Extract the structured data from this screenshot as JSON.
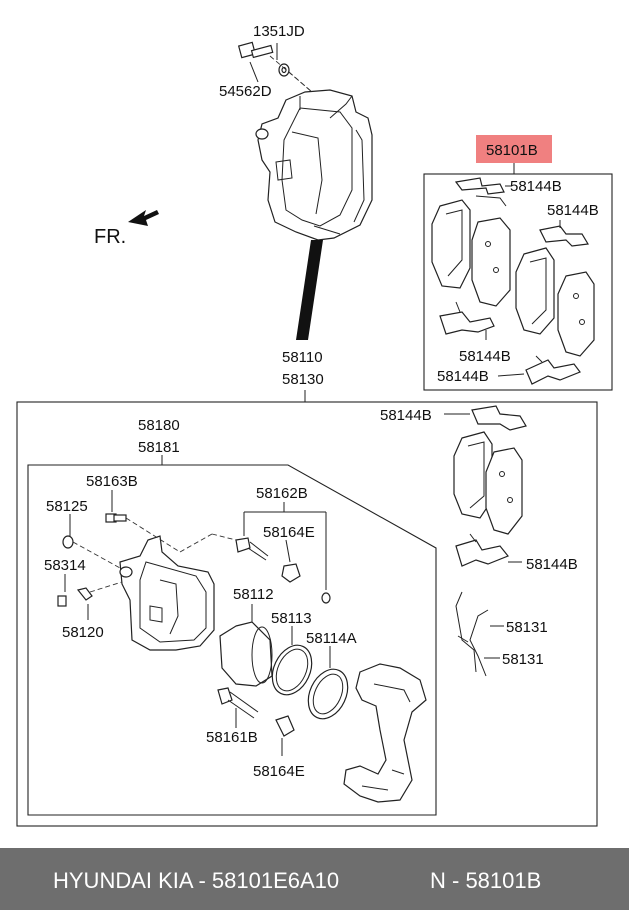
{
  "diagram": {
    "labels": {
      "l_1351JD": "1351JD",
      "l_54562D": "54562D",
      "l_58101B": "58101B",
      "l_58144B_a": "58144B",
      "l_58144B_b": "58144B",
      "l_58144B_c": "58144B",
      "l_58144B_d": "58144B",
      "l_58144B_e": "58144B",
      "l_58144B_f": "58144B",
      "l_fr": "FR.",
      "l_58110": "58110",
      "l_58130": "58130",
      "l_58180": "58180",
      "l_58181": "58181",
      "l_58163B": "58163B",
      "l_58162B": "58162B",
      "l_58125": "58125",
      "l_58164E_a": "58164E",
      "l_58314": "58314",
      "l_58112": "58112",
      "l_58113": "58113",
      "l_58114A": "58114A",
      "l_58120": "58120",
      "l_58131_a": "58131",
      "l_58131_b": "58131",
      "l_58161B": "58161B",
      "l_58164E_b": "58164E"
    },
    "highlight_color": "#f08080"
  },
  "footer": {
    "left_text": "HYUNDAI  KIA - 58101E6A10",
    "right_text": "N - 58101B",
    "background": "#6e6e6e"
  }
}
